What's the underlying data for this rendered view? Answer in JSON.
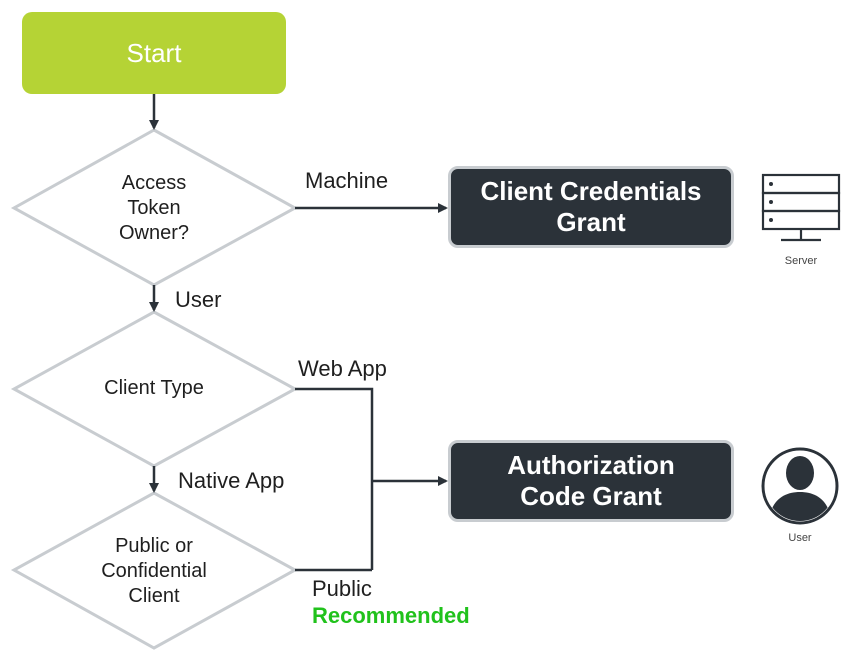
{
  "colors": {
    "start_fill": "#b5d335",
    "grant_fill": "#2b3239",
    "recommended": "#21c21c",
    "line": "#2b3239",
    "diamond_stroke": "#c8ccd0"
  },
  "nodes": {
    "start": {
      "label": "Start"
    },
    "access_token_owner": {
      "lines": [
        "Access",
        "Token",
        "Owner?"
      ]
    },
    "client_type": {
      "label": "Client Type"
    },
    "public_or_confidential": {
      "lines": [
        "Public or",
        "Confidential",
        "Client"
      ]
    },
    "client_credentials": {
      "lines": [
        "Client Credentials",
        "Grant"
      ]
    },
    "authorization_code": {
      "lines": [
        "Authorization",
        "Code Grant"
      ]
    }
  },
  "edges": {
    "machine": "Machine",
    "user": "User",
    "web_app": "Web App",
    "native_app": "Native App",
    "public": "Public",
    "recommended": "Recommended"
  },
  "icons": {
    "server": {
      "name": "server-icon",
      "caption": "Server"
    },
    "user": {
      "name": "user-avatar-icon",
      "caption": "User"
    }
  }
}
